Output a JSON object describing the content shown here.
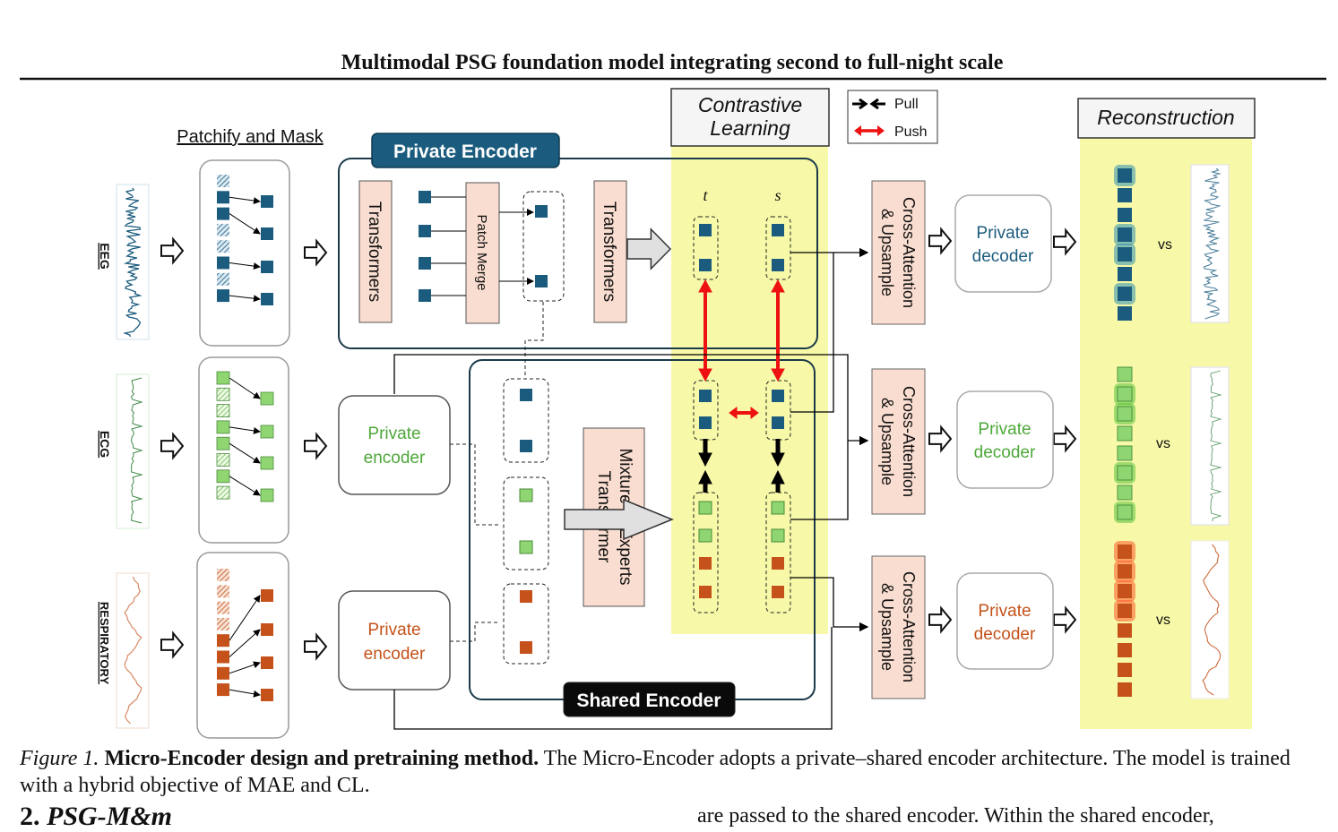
{
  "figure": {
    "title": "Multimodal PSG foundation model integrating second to full-night scale",
    "stage_labels": {
      "patchify": "Patchify and Mask",
      "private_encoder": "Private Encoder",
      "shared_encoder": "Shared Encoder",
      "contrastive_line1": "Contrastive",
      "contrastive_line2": "Learning",
      "reconstruction": "Reconstruction"
    },
    "legend": {
      "pull": "Pull",
      "push": "Push"
    },
    "modalities": {
      "eeg": "EEG",
      "ecg": "ECG",
      "resp": "RESPIRATORY"
    },
    "blocks": {
      "transformers": "Transformers",
      "patch_merge": "Patch Merge",
      "moe_line1": "Mixture of Experts",
      "moe_line2": "Transformer",
      "cross_line1": "Cross-Attention",
      "cross_line2": "& Upsample",
      "private_word": "Private",
      "encoder_word": "encoder",
      "decoder_word": "decoder",
      "vs": "vs"
    },
    "token_labels": {
      "t": "t",
      "s": "s"
    },
    "colors": {
      "eeg": "#1b5c7e",
      "ecg": "#8fd672",
      "resp": "#c4521a",
      "highlight": "#f7f9a8",
      "block_fill": "#f9ddd0",
      "pull": "#000000",
      "push": "#ee1111"
    }
  },
  "caption": {
    "label": "Figure 1.",
    "title": "Micro-Encoder design and pretraining method.",
    "text": "The Micro-Encoder adopts a private–shared encoder architecture. The model is trained with a hybrid objective of MAE and CL."
  },
  "next_section": {
    "number": "2.",
    "title": "PSG-M&m",
    "text_fragment": "are passed to the shared encoder. Within the shared encoder,"
  }
}
